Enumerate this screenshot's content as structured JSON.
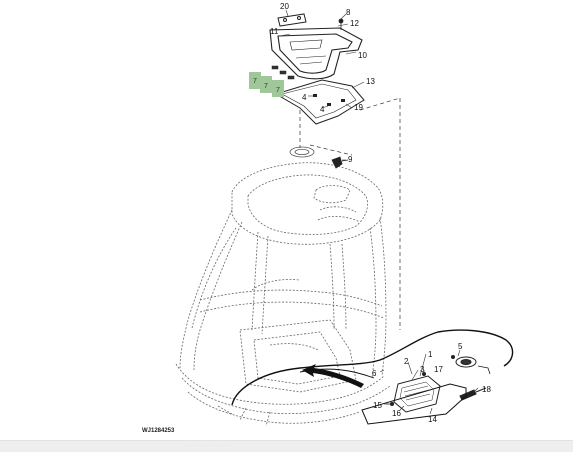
{
  "diagram": {
    "figure_id": "WJ1284253",
    "part_callouts": {
      "n20": "20",
      "n8": "8",
      "n12": "12",
      "n11": "11",
      "n10": "10",
      "n13": "13",
      "n4a": "4",
      "n4b": "4",
      "n19": "19",
      "n9": "9",
      "n2": "2",
      "n1": "1",
      "n3": "3",
      "n17": "17",
      "n5": "5",
      "n6": "6",
      "n18": "18",
      "n15": "15",
      "n16": "16",
      "n14": "14"
    },
    "highlight_tags": [
      "7",
      "7",
      "7"
    ],
    "highlight_color": "#9fc79a",
    "line_color": "#222222"
  },
  "footer": {
    "dots": "· · · · · · · · ·",
    "background": "#eeeeee"
  }
}
